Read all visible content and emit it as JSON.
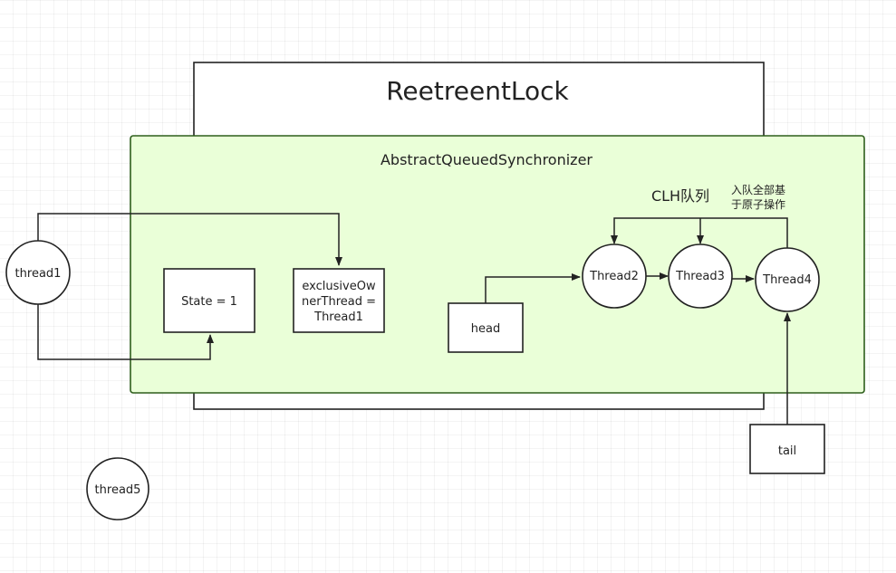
{
  "diagram": {
    "outer_box": {
      "title": "ReetreentLock"
    },
    "aqs_box": {
      "title": "AbstractQueuedSynchronizer"
    },
    "state_box": {
      "label": "State = 1"
    },
    "owner_box": {
      "lines": [
        "exclusiveOw",
        "nerThread =",
        "Thread1"
      ]
    },
    "clh": {
      "title": "CLH队列",
      "note_lines": [
        "入队全部基",
        "于原子操作"
      ]
    },
    "head_box": {
      "label": "head"
    },
    "tail_box": {
      "label": "tail"
    },
    "threads": {
      "thread1": "thread1",
      "thread2": "Thread2",
      "thread3": "Thread3",
      "thread4": "Thread4",
      "thread5": "thread5"
    }
  },
  "colors": {
    "aqs_fill": "#EAFFD8",
    "aqs_stroke": "#2E5E1C",
    "stroke": "#222222",
    "text": "#222222",
    "background": "#FFFFFF"
  }
}
